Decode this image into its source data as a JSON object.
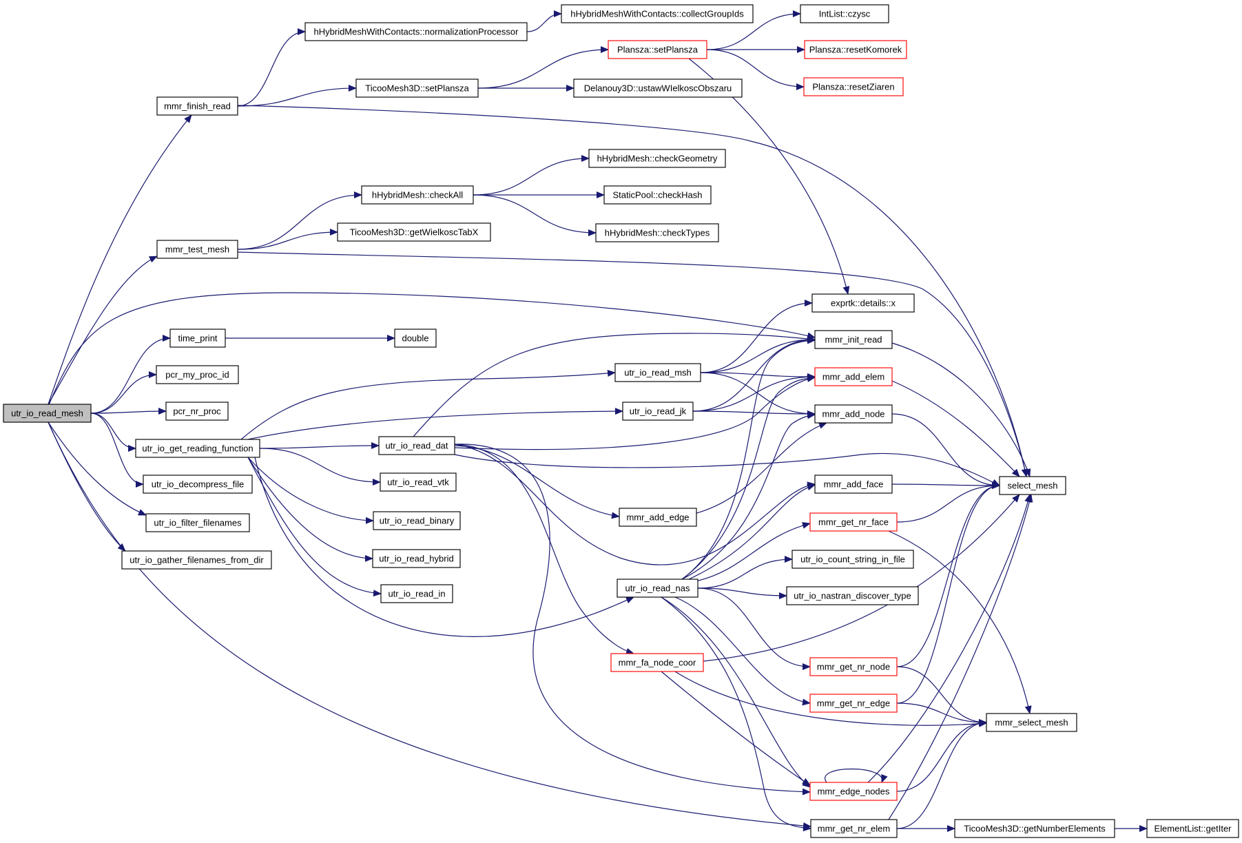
{
  "graph": {
    "edge_color": "#191970",
    "highlight_border_color": "#ff0000",
    "root_fill_color": "#bfbfbf",
    "nodes": [
      {
        "id": "root",
        "label": "utr_io_read_mesh",
        "root": true
      },
      {
        "id": "finish_read",
        "label": "mmr_finish_read"
      },
      {
        "id": "norm_proc",
        "label": "hHybridMeshWithContacts::normalizationProcessor"
      },
      {
        "id": "collect_ids",
        "label": "hHybridMeshWithContacts::collectGroupIds"
      },
      {
        "id": "set_plansza_t",
        "label": "TicooMesh3D::setPlansza"
      },
      {
        "id": "set_plansza",
        "label": "Plansza::setPlansza",
        "highlight": true
      },
      {
        "id": "czysc",
        "label": "IntList::czysc"
      },
      {
        "id": "reset_komorek",
        "label": "Plansza::resetKomorek",
        "highlight": true
      },
      {
        "id": "reset_ziaren",
        "label": "Plansza::resetZiaren",
        "highlight": true
      },
      {
        "id": "ustaw",
        "label": "Delanouy3D::ustawWIelkoscObszaru"
      },
      {
        "id": "check_all",
        "label": "hHybridMesh::checkAll"
      },
      {
        "id": "check_geom",
        "label": "hHybridMesh::checkGeometry"
      },
      {
        "id": "check_hash",
        "label": "StaticPool::checkHash"
      },
      {
        "id": "check_types",
        "label": "hHybridMesh::checkTypes"
      },
      {
        "id": "test_mesh",
        "label": "mmr_test_mesh"
      },
      {
        "id": "get_wielkosc",
        "label": "TicooMesh3D::getWielkoscTabX"
      },
      {
        "id": "exprtk_x",
        "label": "exprtk::details::x"
      },
      {
        "id": "time_print",
        "label": "time_print"
      },
      {
        "id": "double",
        "label": "double"
      },
      {
        "id": "init_read",
        "label": "mmr_init_read"
      },
      {
        "id": "pcr_my_proc",
        "label": "pcr_my_proc_id"
      },
      {
        "id": "read_msh",
        "label": "utr_io_read_msh"
      },
      {
        "id": "add_elem",
        "label": "mmr_add_elem",
        "highlight": true
      },
      {
        "id": "pcr_nr_proc",
        "label": "pcr_nr_proc"
      },
      {
        "id": "read_jk",
        "label": "utr_io_read_jk"
      },
      {
        "id": "add_node",
        "label": "mmr_add_node"
      },
      {
        "id": "get_reading",
        "label": "utr_io_get_reading_function"
      },
      {
        "id": "read_dat",
        "label": "utr_io_read_dat"
      },
      {
        "id": "select_mesh",
        "label": "select_mesh"
      },
      {
        "id": "decompress",
        "label": "utr_io_decompress_file"
      },
      {
        "id": "read_vtk",
        "label": "utr_io_read_vtk"
      },
      {
        "id": "add_face",
        "label": "mmr_add_face"
      },
      {
        "id": "add_edge",
        "label": "mmr_add_edge"
      },
      {
        "id": "filter_fn",
        "label": "utr_io_filter_filenames"
      },
      {
        "id": "read_binary",
        "label": "utr_io_read_binary"
      },
      {
        "id": "get_nr_face",
        "label": "mmr_get_nr_face",
        "highlight": true
      },
      {
        "id": "gather_fn",
        "label": "utr_io_gather_filenames_from_dir"
      },
      {
        "id": "read_hybrid",
        "label": "utr_io_read_hybrid"
      },
      {
        "id": "count_string",
        "label": "utr_io_count_string_in_file"
      },
      {
        "id": "read_nas",
        "label": "utr_io_read_nas"
      },
      {
        "id": "read_in",
        "label": "utr_io_read_in"
      },
      {
        "id": "nastran",
        "label": "utr_io_nastran_discover_type"
      },
      {
        "id": "fa_node_coor",
        "label": "mmr_fa_node_coor",
        "highlight": true
      },
      {
        "id": "get_nr_node",
        "label": "mmr_get_nr_node",
        "highlight": true
      },
      {
        "id": "get_nr_edge",
        "label": "mmr_get_nr_edge",
        "highlight": true
      },
      {
        "id": "mmr_select_mesh",
        "label": "mmr_select_mesh"
      },
      {
        "id": "edge_nodes",
        "label": "mmr_edge_nodes",
        "highlight": true
      },
      {
        "id": "get_nr_elem",
        "label": "mmr_get_nr_elem"
      },
      {
        "id": "get_num_elems",
        "label": "TicooMesh3D::getNumberElements"
      },
      {
        "id": "get_iter",
        "label": "ElementList::getIter"
      }
    ],
    "edges": [
      [
        "root",
        "finish_read"
      ],
      [
        "root",
        "test_mesh"
      ],
      [
        "root",
        "init_read"
      ],
      [
        "root",
        "time_print"
      ],
      [
        "root",
        "pcr_my_proc"
      ],
      [
        "root",
        "pcr_nr_proc"
      ],
      [
        "root",
        "get_reading"
      ],
      [
        "root",
        "decompress"
      ],
      [
        "root",
        "filter_fn"
      ],
      [
        "root",
        "gather_fn"
      ],
      [
        "root",
        "get_nr_elem"
      ],
      [
        "finish_read",
        "norm_proc"
      ],
      [
        "finish_read",
        "set_plansza_t"
      ],
      [
        "finish_read",
        "select_mesh"
      ],
      [
        "norm_proc",
        "collect_ids"
      ],
      [
        "set_plansza_t",
        "set_plansza"
      ],
      [
        "set_plansza_t",
        "ustaw"
      ],
      [
        "set_plansza",
        "czysc"
      ],
      [
        "set_plansza",
        "reset_komorek"
      ],
      [
        "set_plansza",
        "reset_ziaren"
      ],
      [
        "set_plansza",
        "exprtk_x"
      ],
      [
        "test_mesh",
        "check_all"
      ],
      [
        "test_mesh",
        "get_wielkosc"
      ],
      [
        "test_mesh",
        "select_mesh"
      ],
      [
        "check_all",
        "check_geom"
      ],
      [
        "check_all",
        "check_hash"
      ],
      [
        "check_all",
        "check_types"
      ],
      [
        "time_print",
        "double"
      ],
      [
        "init_read",
        "select_mesh"
      ],
      [
        "get_reading",
        "read_msh"
      ],
      [
        "get_reading",
        "read_jk"
      ],
      [
        "get_reading",
        "read_dat"
      ],
      [
        "get_reading",
        "read_vtk"
      ],
      [
        "get_reading",
        "read_binary"
      ],
      [
        "get_reading",
        "read_hybrid"
      ],
      [
        "get_reading",
        "read_in"
      ],
      [
        "get_reading",
        "read_nas"
      ],
      [
        "read_msh",
        "exprtk_x"
      ],
      [
        "read_msh",
        "init_read"
      ],
      [
        "read_msh",
        "add_elem"
      ],
      [
        "read_msh",
        "add_node"
      ],
      [
        "read_jk",
        "init_read"
      ],
      [
        "read_jk",
        "add_elem"
      ],
      [
        "read_jk",
        "add_node"
      ],
      [
        "read_dat",
        "init_read"
      ],
      [
        "read_dat",
        "add_elem"
      ],
      [
        "read_dat",
        "select_mesh"
      ],
      [
        "read_dat",
        "add_face"
      ],
      [
        "read_dat",
        "add_edge"
      ],
      [
        "read_dat",
        "fa_node_coor"
      ],
      [
        "read_dat",
        "edge_nodes"
      ],
      [
        "add_elem",
        "select_mesh"
      ],
      [
        "add_node",
        "select_mesh"
      ],
      [
        "add_face",
        "select_mesh"
      ],
      [
        "add_edge",
        "add_node"
      ],
      [
        "read_nas",
        "init_read"
      ],
      [
        "read_nas",
        "add_elem"
      ],
      [
        "read_nas",
        "add_node"
      ],
      [
        "read_nas",
        "add_face"
      ],
      [
        "read_nas",
        "get_nr_face"
      ],
      [
        "read_nas",
        "count_string"
      ],
      [
        "read_nas",
        "nastran"
      ],
      [
        "read_nas",
        "get_nr_node"
      ],
      [
        "read_nas",
        "get_nr_edge"
      ],
      [
        "read_nas",
        "get_nr_elem"
      ],
      [
        "read_nas",
        "edge_nodes"
      ],
      [
        "get_nr_face",
        "select_mesh"
      ],
      [
        "get_nr_face",
        "mmr_select_mesh"
      ],
      [
        "fa_node_coor",
        "select_mesh"
      ],
      [
        "fa_node_coor",
        "mmr_select_mesh"
      ],
      [
        "fa_node_coor",
        "edge_nodes"
      ],
      [
        "get_nr_node",
        "select_mesh"
      ],
      [
        "get_nr_node",
        "mmr_select_mesh"
      ],
      [
        "get_nr_edge",
        "select_mesh"
      ],
      [
        "get_nr_edge",
        "mmr_select_mesh"
      ],
      [
        "edge_nodes",
        "select_mesh"
      ],
      [
        "edge_nodes",
        "mmr_select_mesh"
      ],
      [
        "edge_nodes",
        "edge_nodes"
      ],
      [
        "get_nr_elem",
        "select_mesh"
      ],
      [
        "get_nr_elem",
        "mmr_select_mesh"
      ],
      [
        "get_nr_elem",
        "get_num_elems"
      ],
      [
        "get_num_elems",
        "get_iter"
      ]
    ]
  }
}
